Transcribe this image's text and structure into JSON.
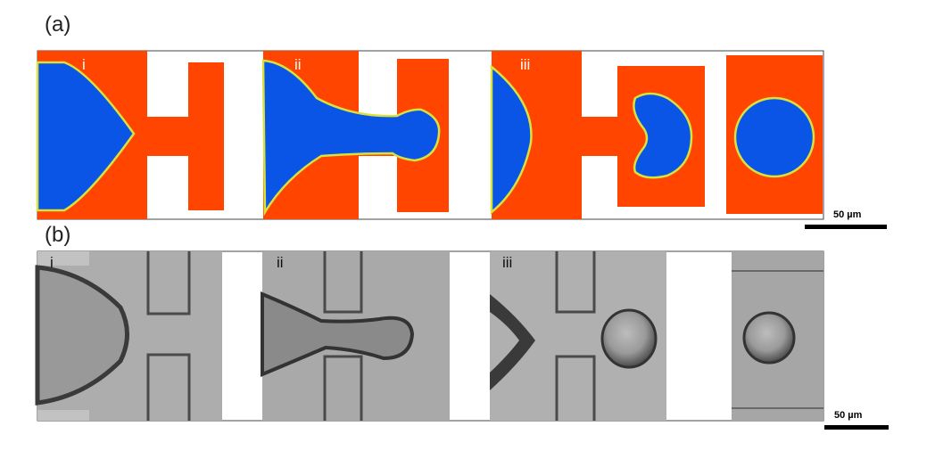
{
  "figure": {
    "panel_a": {
      "label": "(a)",
      "sub_labels": [
        "i",
        "ii",
        "iii"
      ],
      "scale_bar": "50 µm",
      "colors": {
        "continuous_phase": "#ff4500",
        "dispersed_phase": "#0a55e6",
        "interface": "#d8e23c"
      }
    },
    "panel_b": {
      "label": "(b)",
      "sub_labels": [
        "i",
        "ii",
        "iii"
      ],
      "scale_bar": "50 µm"
    }
  }
}
